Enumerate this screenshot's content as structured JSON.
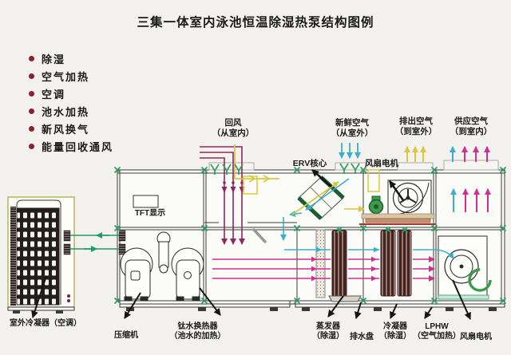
{
  "title": "三集一体室内泳池恒温除湿热泵结构图例",
  "legend": {
    "items": [
      "除湿",
      "空气加热",
      "空调",
      "池水加热",
      "新风换气",
      "能量回收通风"
    ]
  },
  "flows": {
    "return_air": {
      "line1": "回风",
      "line2": "（从室内）"
    },
    "fresh_air": {
      "line1": "新鲜空气",
      "line2": "（从室外）"
    },
    "exhaust_air": {
      "line1": "排出空气",
      "line2": "（到室外）"
    },
    "supply_air": {
      "line1": "供应空气",
      "line2": "（到室内）"
    }
  },
  "parts": {
    "erv_core": "ERV核心",
    "fan_motor_top": "风扇电机",
    "tft_display": "TFT显示",
    "outdoor_condenser": "室外冷凝器（空调）",
    "compressor": "压缩机",
    "titanium_hx": {
      "line1": "钛水换热器",
      "line2": "（池水的加热）"
    },
    "evaporator": {
      "line1": "蒸发器",
      "line2": "（除湿）"
    },
    "drain_pan": "排水盘",
    "condenser": {
      "line1": "冷凝器",
      "line2": "（除湿）"
    },
    "lphw": {
      "line1": "LPHW",
      "line2": "（空气加热）"
    },
    "fan_motor_bottom": "风扇电机"
  },
  "colors": {
    "return_air": "#94265e",
    "supply_air": "#d12f8f",
    "fresh_air": "#3aaecd",
    "exhaust_air": "#d9c840",
    "pool_water_pipe": "#1f9b6b",
    "equipment_green": "#3f9a4b",
    "erv_band": "#1d5c33",
    "legend_bullet": "#8b2030"
  }
}
